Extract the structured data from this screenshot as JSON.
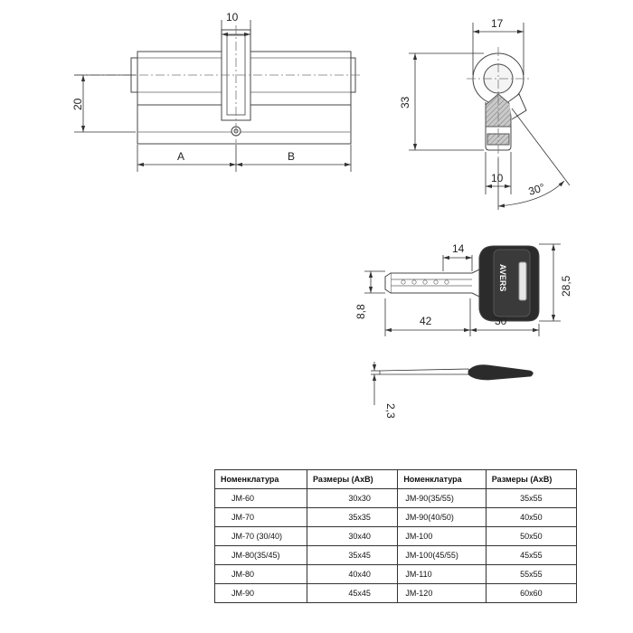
{
  "drawing": {
    "front_view": {
      "dim_top": "10",
      "dim_left": "20",
      "dim_a": "A",
      "dim_b": "B"
    },
    "side_view": {
      "dim_top": "17",
      "dim_left": "33",
      "dim_bottom": "10",
      "dim_angle": "30°"
    },
    "key_view": {
      "dim_blade_top": "14",
      "dim_blade_length": "42",
      "dim_head_width": "30",
      "dim_head_height": "28,5",
      "dim_blade_height": "8,8",
      "brand": "AVERS"
    },
    "key_profile": {
      "dim_thickness": "2,3"
    }
  },
  "table": {
    "headers": [
      "Номенклатура",
      "Размеры (АхВ)",
      "Номенклатура",
      "Размеры (АхВ)"
    ],
    "rows": [
      [
        "JM-60",
        "30x30",
        "JM-90(35/55)",
        "35x55"
      ],
      [
        "JM-70",
        "35x35",
        "JM-90(40/50)",
        "40x50"
      ],
      [
        "JM-70 (30/40)",
        "30x40",
        "JM-100",
        "50x50"
      ],
      [
        "JM-80(35/45)",
        "35x45",
        "JM-100(45/55)",
        "45x55"
      ],
      [
        "JM-80",
        "40x40",
        "JM-110",
        "55x55"
      ],
      [
        "JM-90",
        "45x45",
        "JM-120",
        "60x60"
      ]
    ]
  }
}
